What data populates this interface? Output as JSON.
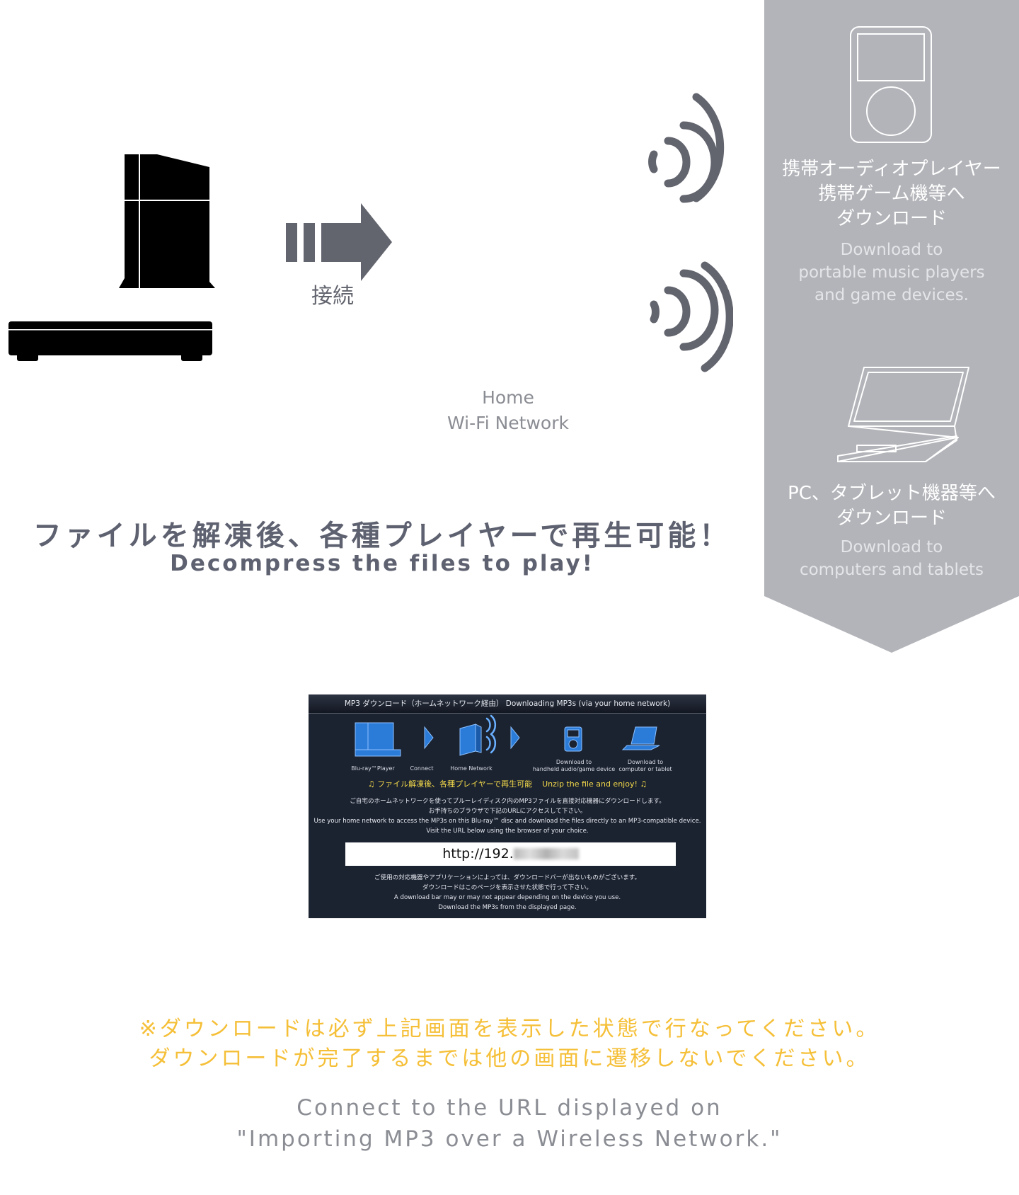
{
  "colors": {
    "panel": "#b3b4b9",
    "device": "#000000",
    "arrow": "#62646e",
    "wifi": "#62646e",
    "note": "#f5bf37",
    "screen_bg": "#1b2230"
  },
  "icons": [
    "game-console-icon",
    "blu-ray-player-icon",
    "connect-arrow-icon",
    "wifi-icon",
    "music-player-icon",
    "laptop-icon"
  ],
  "connect_label": "接続",
  "wifi_label": [
    "Home",
    "Wi-Fi Network"
  ],
  "portable": {
    "jp": [
      "携帯オーディオプレイヤー",
      "携帯ゲーム機等へ",
      "ダウンロード"
    ],
    "en": [
      "Download to",
      "portable music players",
      "and game devices."
    ]
  },
  "computers": {
    "jp": [
      "PC、タブレット機器等へ",
      "ダウンロード"
    ],
    "en": [
      "Download to",
      "computers and tablets"
    ]
  },
  "headline": {
    "jp": "ファイルを解凍後、各種プレイヤーで再生可能！",
    "en": "Decompress the files to play!"
  },
  "screen": {
    "title": "MP3 ダウンロード（ホームネットワーク経由）  Downloading MP3s (via your home network)",
    "labels": {
      "player": "Blu-ray™Player",
      "connect": "Connect",
      "network": "Home Network",
      "handheld": [
        "Download to",
        "handheld audio/game device"
      ],
      "computer": [
        "Download to",
        "computer or tablet"
      ]
    },
    "play_jp": "ファイル解凍後、各種プレイヤーで再生可能",
    "play_en": "Unzip the file and enjoy!",
    "body": [
      "ご自宅のホームネットワークを使ってブルーレイディスク内のMP3ファイルを直接対応機器にダウンロードします。",
      "お手持ちのブラウザで下記のURLにアクセスして下さい。",
      "Use your home network to access the MP3s on this Blu-ray™ disc and download the files directly to an MP3-compatible device.",
      "Visit the URL below using the browser of your choice."
    ],
    "url": "http://192.",
    "footer": [
      "ご使用の対応機器やアプリケーションによっては、ダウンロードバーが出ないものがございます。",
      "ダウンロードはこのページを表示させた状態で行って下さい。",
      "A download bar may or may not appear depending on the device you use.",
      "Download the MP3s from the displayed page."
    ]
  },
  "note": {
    "jp": [
      "※ダウンロードは必ず上記画面を表示した状態で行なってください。",
      "ダウンロードが完了するまでは他の画面に遷移しないでください。"
    ],
    "en": [
      "Connect to the URL displayed on",
      "\"Importing MP3 over a Wireless Network.\""
    ]
  }
}
